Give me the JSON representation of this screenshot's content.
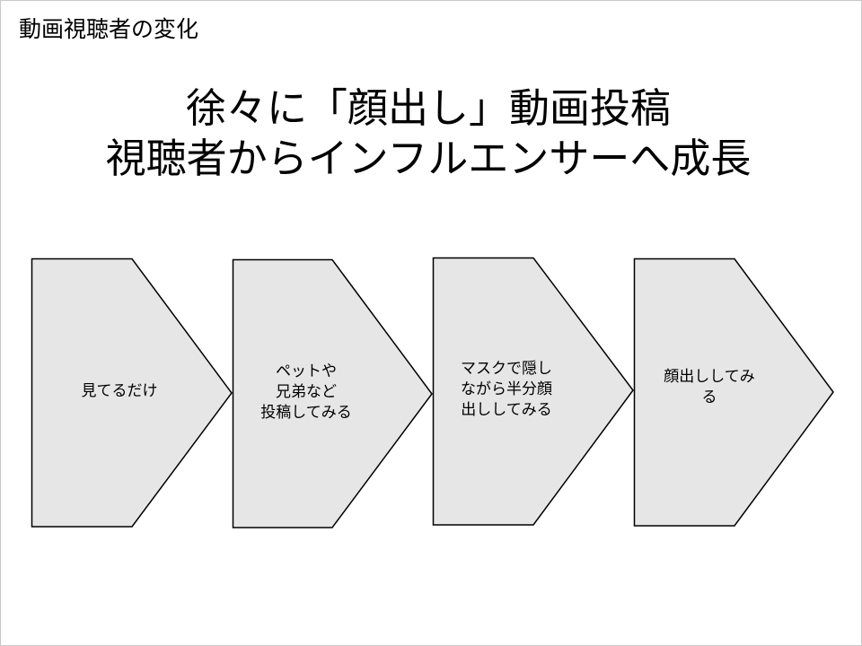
{
  "slide": {
    "section_label": "動画視聴者の変化",
    "title_lines": [
      "徐々に「顔出し」動画投稿",
      "視聴者からインフルエンサーへ成長"
    ]
  },
  "steps": [
    {
      "lines": [
        "見てるだけ"
      ]
    },
    {
      "lines": [
        "ペットや",
        "兄弟など",
        "投稿してみる"
      ]
    },
    {
      "lines": [
        "マスクで隠し",
        "ながら半分顔",
        "出ししてみる"
      ]
    },
    {
      "lines": [
        "顔出ししてみ",
        "る"
      ]
    }
  ],
  "colors": {
    "shape_fill": "#e6e6e6",
    "shape_stroke": "#000000"
  }
}
